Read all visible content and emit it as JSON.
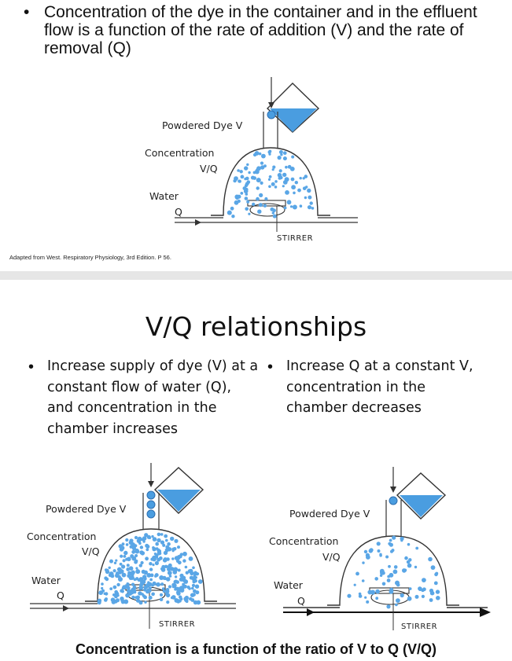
{
  "top": {
    "bullet_text": "Concentration of the dye in the container and in the effluent flow is a function of the rate of addition (V) and the rate of removal (Q)"
  },
  "diagram1": {
    "label_dye": "Powdered Dye V",
    "label_conc": "Concentration",
    "label_vq": "V/Q",
    "label_water": "Water",
    "label_q": "Q",
    "label_stirrer": "STIRRER",
    "caption": "Adapted from West. Respiratory Physiology, 3rd Edition.  P 56."
  },
  "slide2": {
    "title": "V/Q relationships",
    "left_bullet": "Increase supply of dye (V) at a constant flow of water (Q), and concentration in the chamber increases",
    "right_bullet": "Increase Q at a constant V, concentration in the chamber decreases",
    "footer": "Concentration is a function of the ratio of V to Q (V/Q)"
  },
  "diagram2": {
    "label_dye": "Powdered Dye V",
    "label_conc": "Concentration",
    "label_vq": "V/Q",
    "label_water": "Water",
    "label_q": "Q",
    "label_stirrer": "STIRRER"
  },
  "diagram3": {
    "label_dye": "Powdered Dye V",
    "label_conc": "Concentration",
    "label_vq": "V/Q",
    "label_water": "Water",
    "label_q": "Q",
    "label_stirrer": "STIRRER"
  },
  "colors": {
    "dye_blue": "#4a9de0",
    "dot_blue": "#5aa6e6"
  }
}
